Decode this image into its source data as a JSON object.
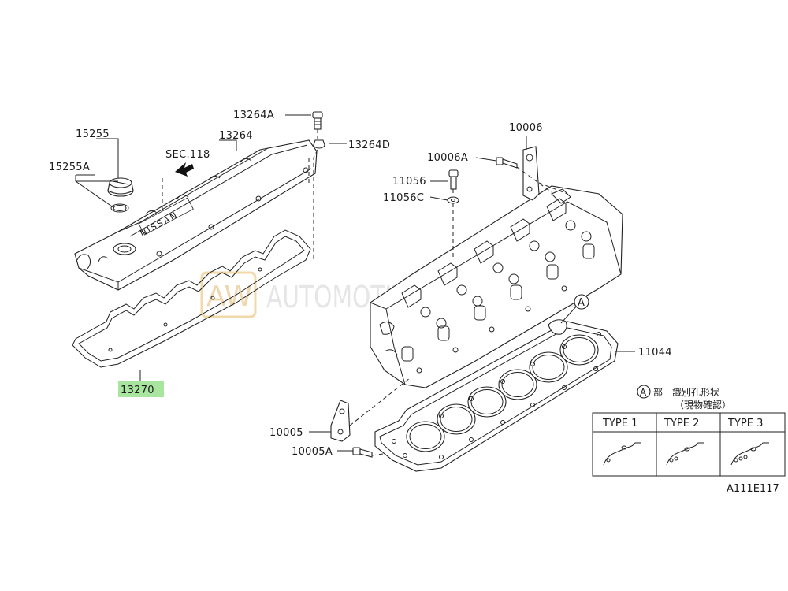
{
  "labels": {
    "p15255": "15255",
    "p15255A": "15255A",
    "p13264A": "13264A",
    "p13264": "13264",
    "p13264D": "13264D",
    "sec": "SEC.118",
    "p13270": "13270",
    "p10006": "10006",
    "p10006A": "10006A",
    "p11056": "11056",
    "p11056C": "11056C",
    "p11044": "11044",
    "p10005": "10005",
    "p10005A": "10005A",
    "circleA": "A",
    "nissan": "NISSAN"
  },
  "note": {
    "marker": "A",
    "line1": "部　識別孔形状",
    "line2": "（現物確認）"
  },
  "types": [
    "TYPE 1",
    "TYPE 2",
    "TYPE 3"
  ],
  "watermark": {
    "logo": "AW",
    "text": "AUTOMOTIVE WAREHOUSE"
  },
  "diagram_code": "A111E117",
  "colors": {
    "highlight": "#a8e6a0",
    "line": "#222222"
  }
}
